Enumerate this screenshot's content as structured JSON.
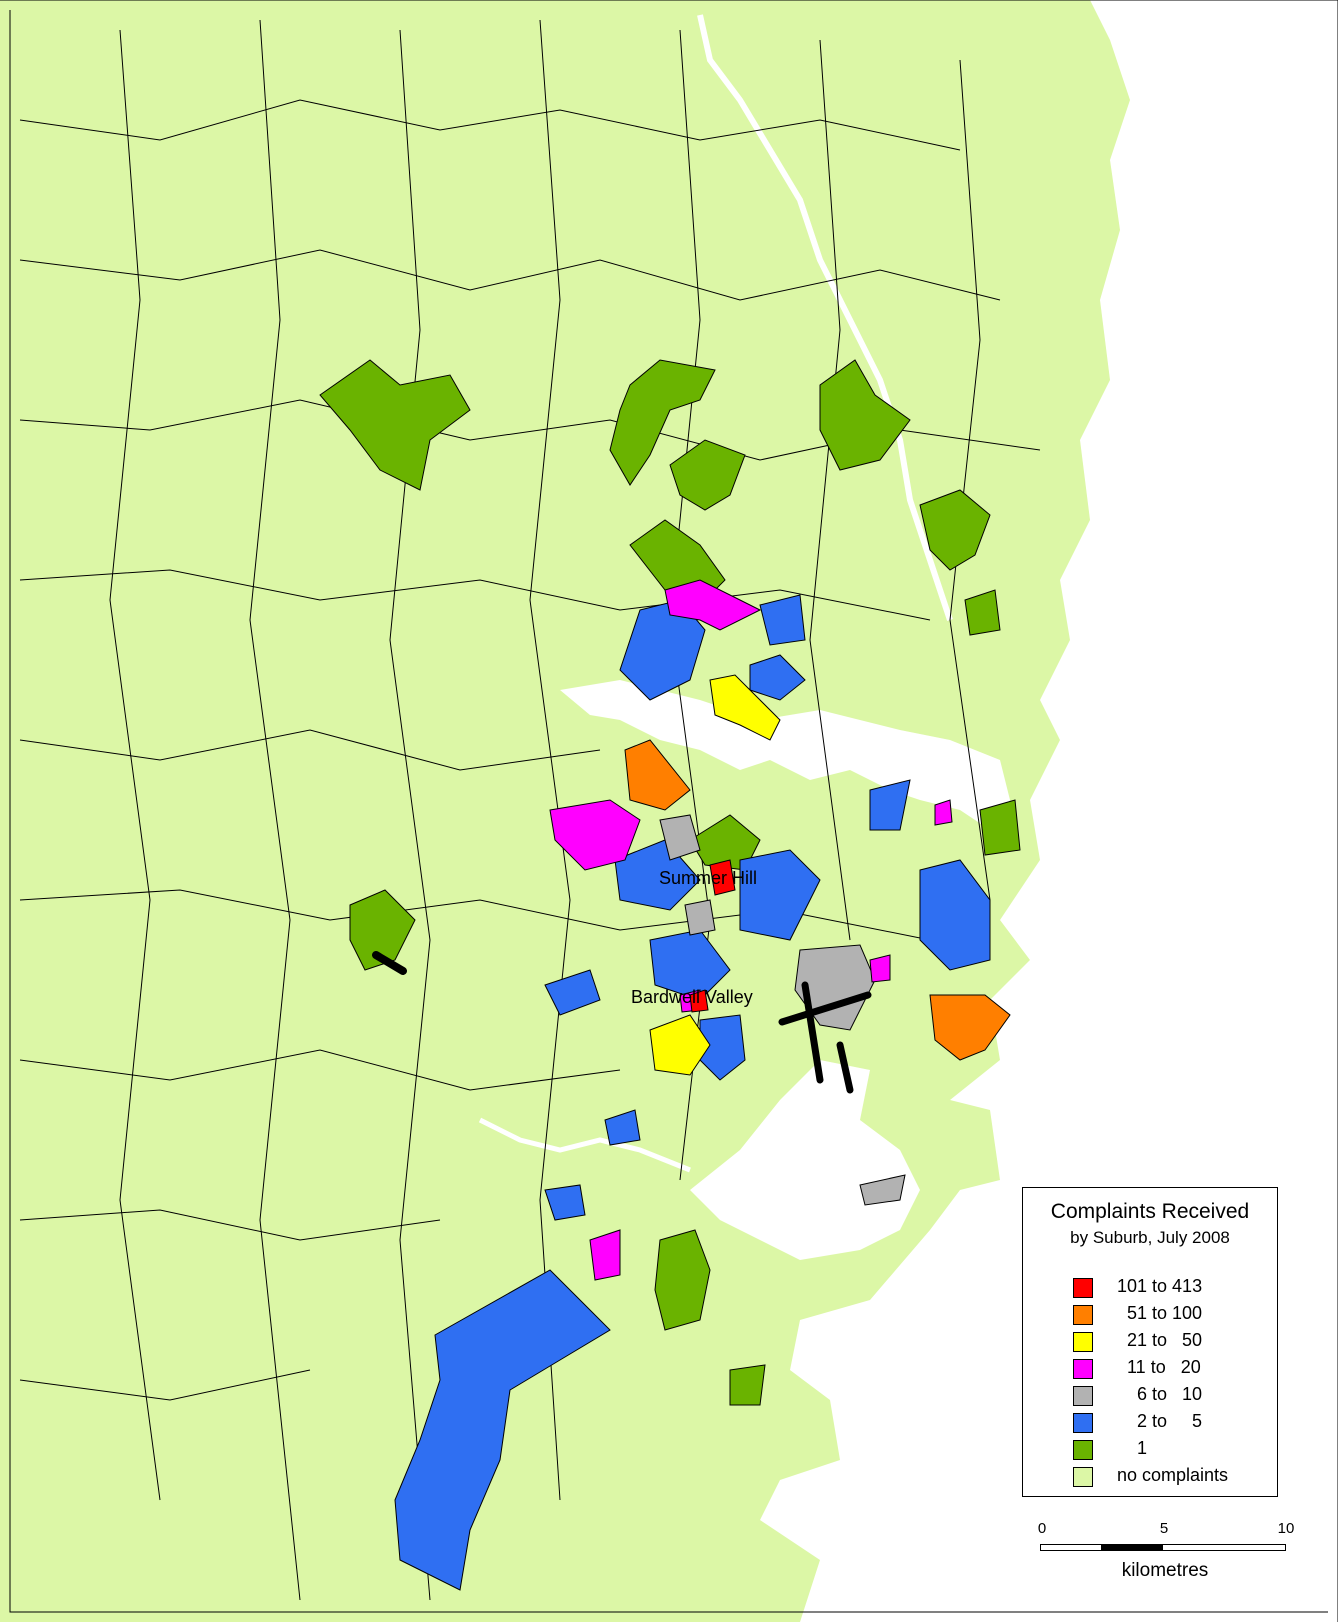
{
  "legend": {
    "title": "Complaints Received",
    "subtitle": "by Suburb, July 2008",
    "items": [
      {
        "label": "101 to 413",
        "color": "#ff0000"
      },
      {
        "label": "  51 to 100",
        "color": "#ff7f00"
      },
      {
        "label": "  21 to   50",
        "color": "#ffff00"
      },
      {
        "label": "  11 to   20",
        "color": "#ff00ff"
      },
      {
        "label": "    6 to   10",
        "color": "#b2b2b2"
      },
      {
        "label": "    2 to     5",
        "color": "#2f6ff2"
      },
      {
        "label": "    1",
        "color": "#6ab300"
      },
      {
        "label": "no complaints",
        "color": "#dcf7a6"
      }
    ]
  },
  "places": {
    "summer_hill": "Summer Hill",
    "bardwell_valley": "Bardwell Valley"
  },
  "scale": {
    "ticks": [
      "0",
      "5",
      "10"
    ],
    "unit": "kilometres"
  },
  "colors": {
    "land": "#dcf7a6",
    "water": "#ffffff",
    "boundary": "#000000"
  }
}
